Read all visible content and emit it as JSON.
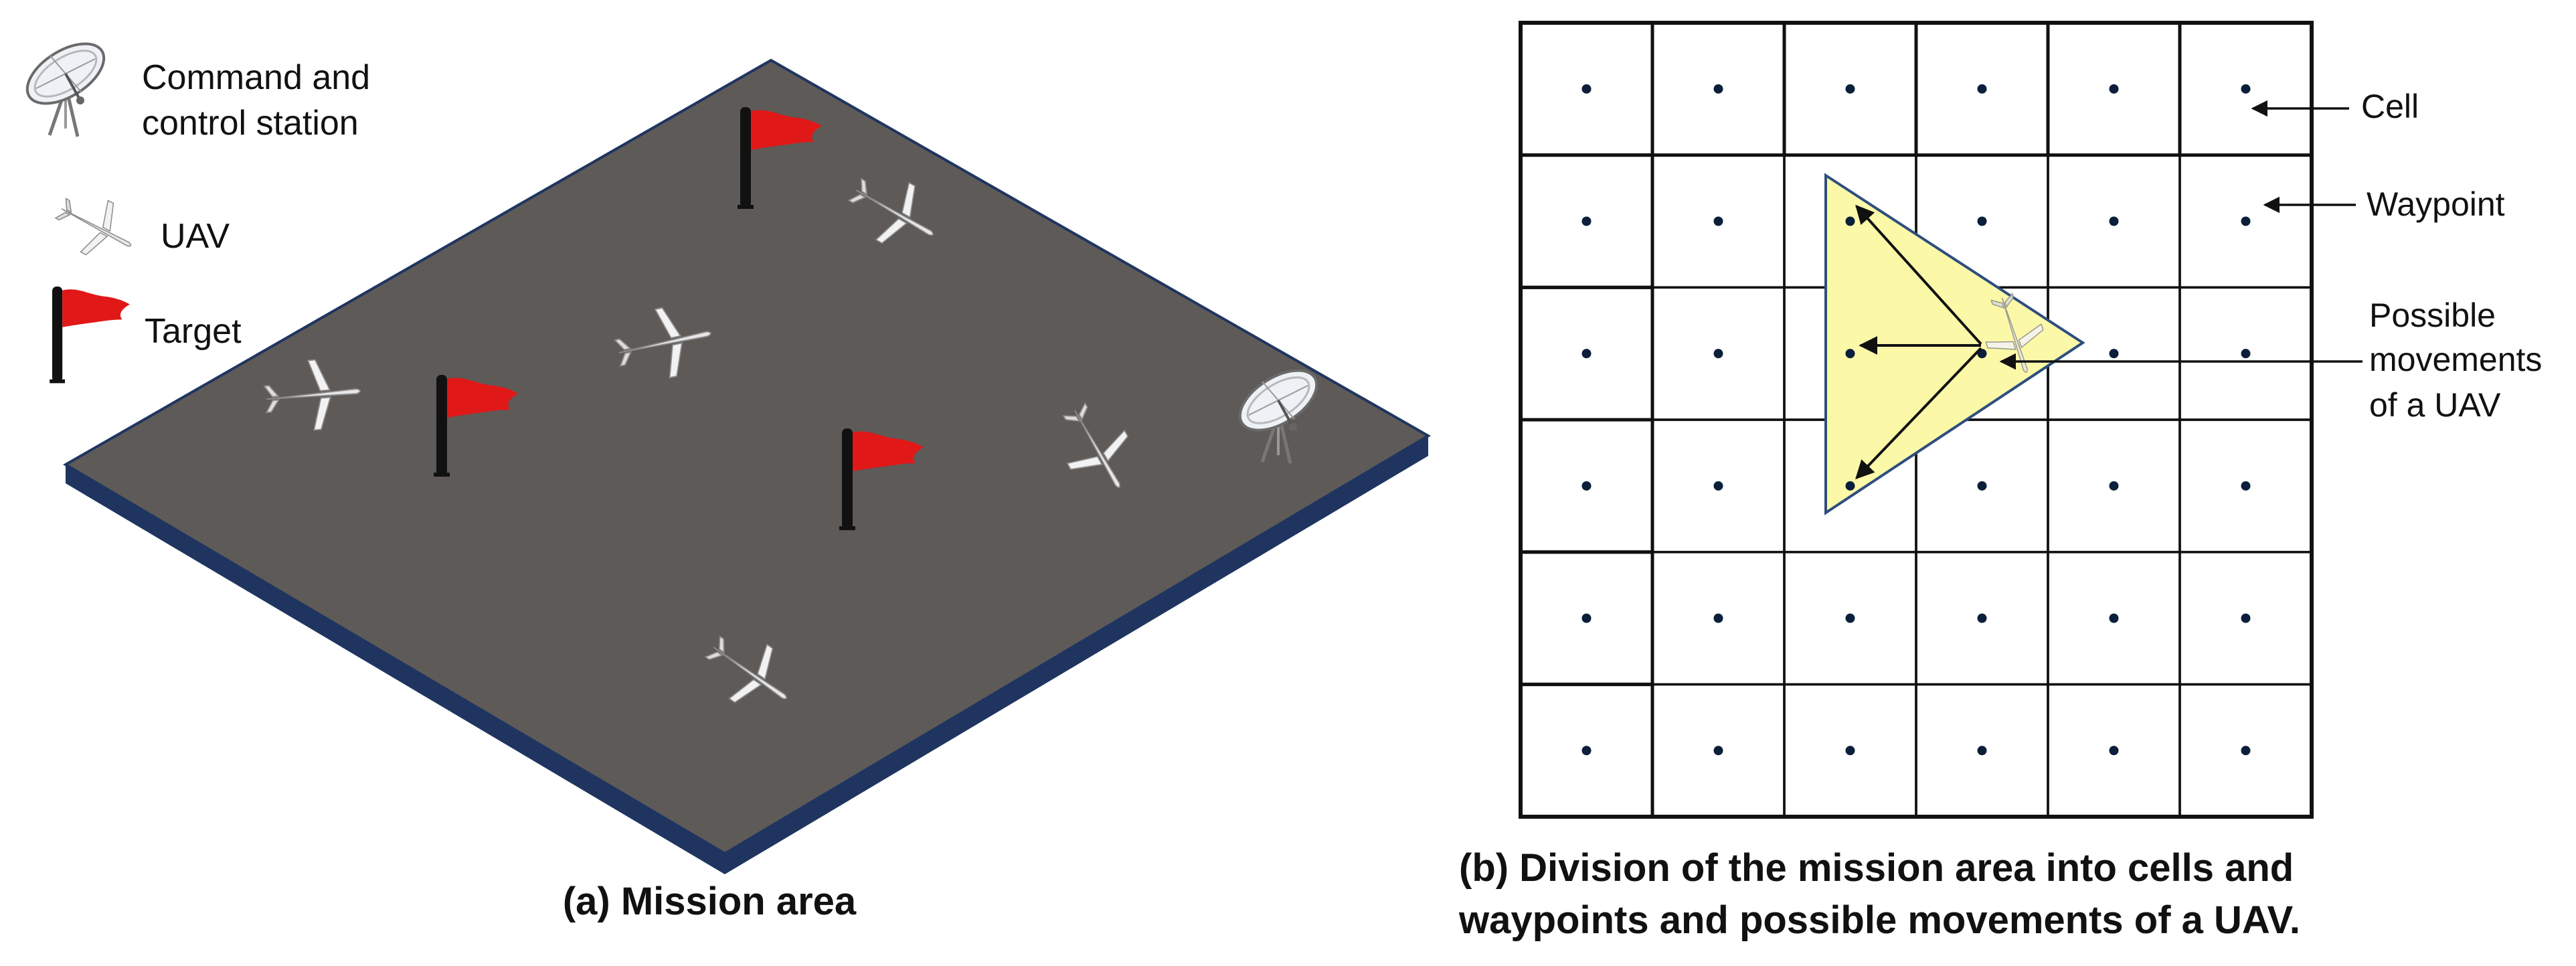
{
  "legend": {
    "station_line1": "Command and",
    "station_line2": "control station",
    "uav": "UAV",
    "target": "Target"
  },
  "grid": {
    "rows": 6,
    "cols": 6
  },
  "annotations": {
    "cell": "Cell",
    "waypoint": "Waypoint",
    "movements_line1": "Possible",
    "movements_line2": "movements",
    "movements_line3": "of a UAV"
  },
  "captions": {
    "a": "(a) Mission area",
    "b_line1": "(b) Division of the mission area into cells and",
    "b_line2": "waypoints and possible movements of a UAV."
  },
  "colors": {
    "ground": "#5e5a58",
    "ground_edge": "#1f3560",
    "flag": "#e01818",
    "pole": "#111111",
    "triangle_fill": "#fbf9a8",
    "triangle_stroke": "#2e4e7e",
    "waypoint": "#0b1f3a"
  },
  "icons": {
    "station": "satellite-dish-icon",
    "uav": "uav-icon",
    "target": "flag-icon"
  }
}
